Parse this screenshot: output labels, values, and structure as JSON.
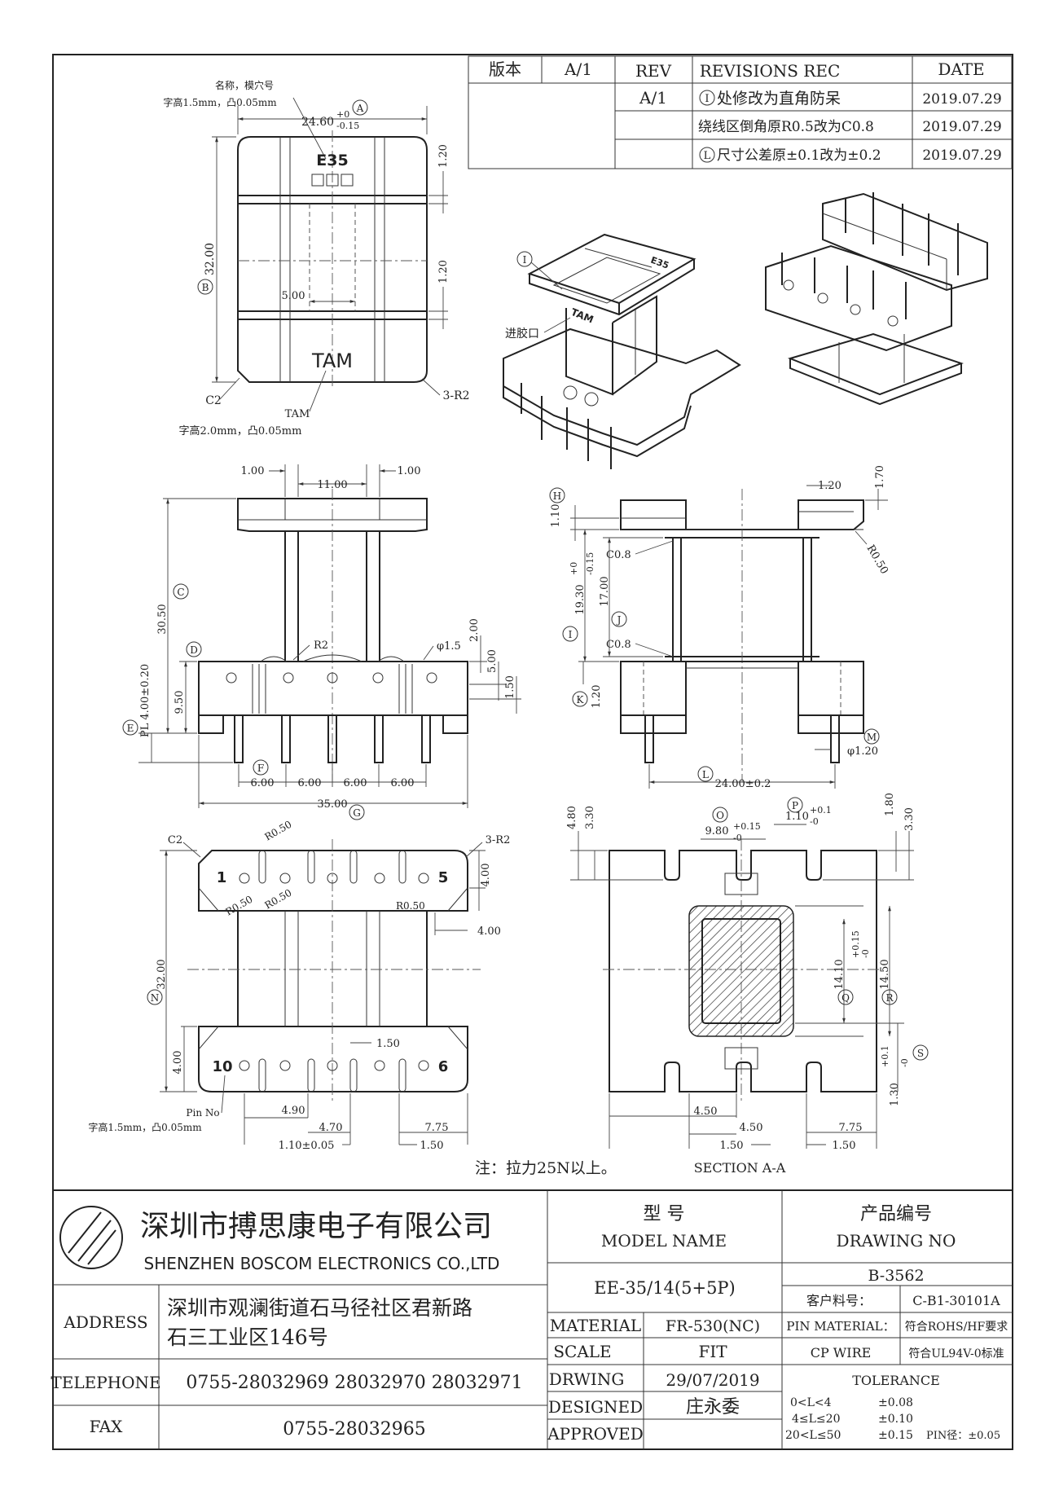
{
  "revision_table": {
    "version_label": "版本",
    "version_value": "A/1",
    "headers": {
      "rev": "REV",
      "rec": "REVISIONS REC",
      "date": "DATE"
    },
    "rows": [
      {
        "rev": "A/1",
        "rec": "处修改为直角防呆",
        "marker": "I",
        "date": "2019.07.29"
      },
      {
        "rev": "",
        "rec": "绕线区倒角原R0.5改为C0.8",
        "marker": "",
        "date": "2019.07.29"
      },
      {
        "rev": "",
        "rec": "尺寸公差原±0.1改为±0.2",
        "marker": "L",
        "date": "2019.07.29"
      }
    ]
  },
  "top_view": {
    "marking_note_1": "名称，模穴号",
    "marking_note_2": "字高1.5mm，凸0.05mm",
    "marking_text": "E35",
    "logo_text": "TAM",
    "logo_note_1": "TAM",
    "logo_note_2": "字高2.0mm，凸0.05mm",
    "dims": {
      "width": "24.60",
      "width_tol_plus": "+0",
      "width_tol_minus": "-0.15",
      "width_marker": "A",
      "height": "32.00",
      "height_marker": "B",
      "slot_top": "1.20",
      "slot_bottom": "1.20",
      "center_gap": "5.00",
      "corner_left": "C2",
      "corner_right": "3-R2"
    }
  },
  "iso_view": {
    "marker": "I",
    "gate_label": "进胶口",
    "logo_top": "E35",
    "logo_tam": "TAM"
  },
  "front_view": {
    "dims": {
      "flange_gap_left": "1.00",
      "flange_span": "11.00",
      "flange_gap_right": "1.00",
      "overall_height": "30.50",
      "overall_height_marker": "C",
      "base_height": "9.50",
      "base_height_marker": "D",
      "pl": "PL 4.00±0.20",
      "pl_marker": "E",
      "radius": "R2",
      "pin_dia": "φ1.5",
      "dim_2": "2.00",
      "dim_5": "5.00",
      "dim_1_5": "1.50",
      "pitch_marker": "F",
      "pitch": [
        "6.00",
        "6.00",
        "6.00",
        "6.00"
      ],
      "overall_width": "35.00",
      "overall_width_marker": "G"
    }
  },
  "side_view": {
    "dims": {
      "top": "1.10",
      "top_marker": "H",
      "flange_top": "1.20",
      "flange_top2": "1.70",
      "chamfer_top": "C0.8",
      "chamfer_bottom": "C0.8",
      "radius": "R0.50",
      "window": "19.30",
      "window_tol_plus": "+0",
      "window_tol_minus": "-0.15",
      "window_marker": "I",
      "inner": "17.00",
      "inner_marker": "J",
      "bottom": "1.20",
      "bottom_marker": "K",
      "pin_pitch": "24.00±0.2",
      "pin_pitch_marker": "L",
      "pin_dia": "φ1.20",
      "pin_dia_marker": "M"
    }
  },
  "bottom_view": {
    "corner_left": "C2",
    "corner_right": "3-R2",
    "radii": [
      "R0.50",
      "R0.50",
      "R0.50",
      "R0.50"
    ],
    "pin_labels": {
      "p1": "1",
      "p5": "5",
      "p6": "6",
      "p10": "10"
    },
    "pin_note_1": "Pin No",
    "pin_note_2": "字高1.5mm，凸0.05mm",
    "dims": {
      "height": "32.00",
      "height_marker": "N",
      "top_edge": "4.00",
      "right_edge": "4.00",
      "bottom_edge": "4.00",
      "d_1_50": "1.50",
      "d_4_90": "4.90",
      "d_4_70": "4.70",
      "d_7_75": "7.75",
      "d_1_10": "1.10±0.05",
      "d_1_50b": "1.50"
    }
  },
  "section_view": {
    "title": "SECTION A-A",
    "dims": {
      "left_a": "4.80",
      "left_b": "3.30",
      "slot": "9.80",
      "slot_tol_plus": "+0.15",
      "slot_tol_minus": "-0",
      "slot_marker": "O",
      "rib": "1.10",
      "rib_tol_plus": "+0.1",
      "rib_tol_minus": "-0",
      "rib_marker": "P",
      "right_a": "1.80",
      "right_b": "3.30",
      "inner_w": "14.10",
      "inner_w_tol_plus": "+0.15",
      "inner_w_tol_minus": "-0",
      "inner_w_marker": "Q",
      "outer_w": "14.50",
      "outer_w_marker": "R",
      "wall": "1.30",
      "wall_tol_plus": "+0.1",
      "wall_tol_minus": "-0",
      "wall_marker": "S",
      "b_4_50": "4.50",
      "b_4_50b": "4.50",
      "b_7_75": "7.75",
      "b_1_50": "1.50",
      "b_1_50b": "1.50"
    }
  },
  "note": "注：拉力25N以上。",
  "title_block": {
    "company_cn": "深圳市搏思康电子有限公司",
    "company_en": "SHENZHEN  BOSCOM  ELECTRONICS  CO.,LTD",
    "address_label": "ADDRESS",
    "address_line_1": "深圳市观澜街道石马径社区君新路",
    "address_line_2": "石三工业区146号",
    "telephone_label": "TELEPHONE",
    "telephone": "0755-28032969  28032970  28032971",
    "fax_label": "FAX",
    "fax": "0755-28032965",
    "model_label_cn": "型      号",
    "model_label_en": "MODEL NAME",
    "model_value": "EE-35/14(5+5P)",
    "drawing_label_cn": "产品编号",
    "drawing_label_en": "DRAWING NO",
    "drawing_value": "B-3562",
    "customer_label": "客户料号：",
    "customer_value": "C-B1-30101A",
    "material_label": "MATERIAL",
    "material_value": "FR-530(NC)",
    "pin_material_label": "PIN MATERIAL：",
    "pin_material_value": "符合ROHS/HF要求",
    "scale_label": "SCALE",
    "scale_value": "FIT",
    "cp_wire_label": "CP WIRE",
    "cp_wire_value": "符合UL94V-0标准",
    "drawing_date_label": "DRWING",
    "drawing_date_value": "29/07/2019",
    "tolerance_label": "TOLERANCE",
    "designed_label": "DESIGNED",
    "designed_value": "庄永委",
    "approved_label": "APPROVED",
    "tolerances": [
      {
        "range": "0<L<4",
        "tol": "±0.08"
      },
      {
        "range": "4≤L≤20",
        "tol": "±0.10"
      },
      {
        "range": "20<L≤50",
        "tol": "±0.15"
      }
    ],
    "pin_tolerance": "PIN径：±0.05"
  }
}
